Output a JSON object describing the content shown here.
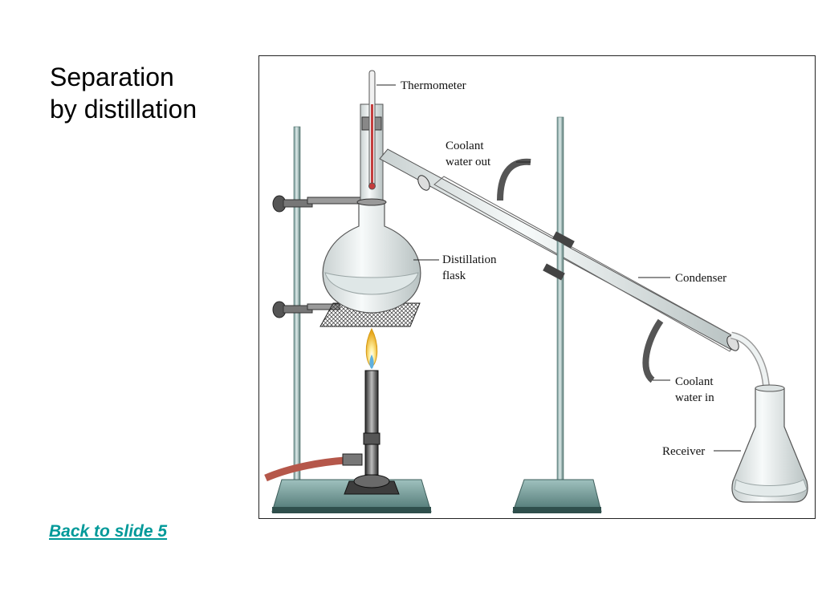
{
  "slide": {
    "title_line1": "Separation",
    "title_line2": "by distillation",
    "back_link": "Back to slide 5"
  },
  "diagram": {
    "labels": {
      "thermometer": "Thermometer",
      "coolant_out_line1": "Coolant",
      "coolant_out_line2": "water out",
      "flask_line1": "Distillation",
      "flask_line2": "flask",
      "condenser": "Condenser",
      "coolant_in_line1": "Coolant",
      "coolant_in_line2": "water in",
      "receiver": "Receiver"
    }
  },
  "colors": {
    "link": "#009999",
    "stand_base": "#5f8a87",
    "glass": "#e9eeee",
    "hose": "#b5574a",
    "flame": "#f3c737"
  }
}
